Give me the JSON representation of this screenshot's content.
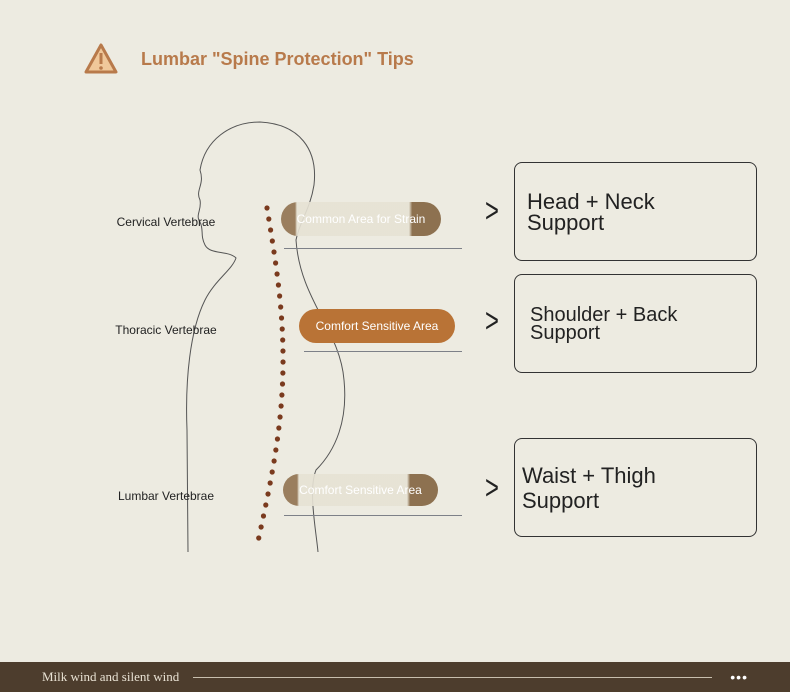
{
  "title": "Lumbar \"Spine Protection\" Tips",
  "vertebrae": [
    {
      "label": "Cervical Vertebrae",
      "area": "Common Area for Strain",
      "support": "Head + Neck Support"
    },
    {
      "label": "Thoracic Vertebrae",
      "area": "Comfort Sensitive Area",
      "support": "Shoulder + Back Support"
    },
    {
      "label": "Lumbar Vertebrae",
      "area": "Comfort Sensitive Area",
      "support": "Waist + Thigh Support"
    }
  ],
  "footer": {
    "text": "Milk wind and silent wind",
    "menu": "•••"
  },
  "colors": {
    "accent": "#b87a4b",
    "footer": "#4d3d2d",
    "spine": "#7a3a1e"
  }
}
